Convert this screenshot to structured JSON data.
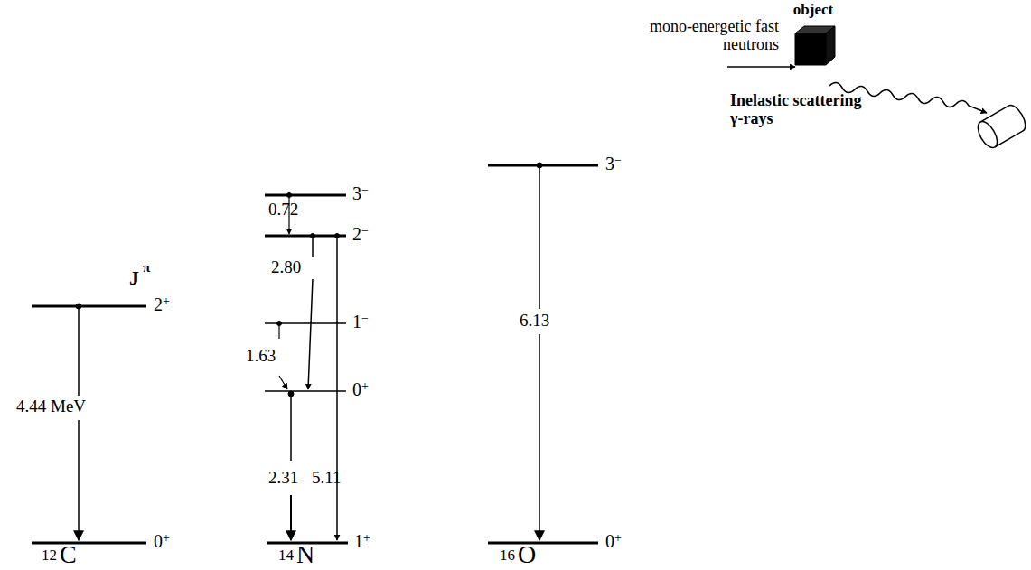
{
  "diagram": {
    "nodes": [
      {
        "text": [
          "object"
        ]
      }
    ],
    "labels": [
      "4.44 MeV",
      "2+",
      "0+",
      "12",
      "C",
      "J",
      "π",
      "3−",
      "0.72",
      "2−",
      "2.80",
      "1−",
      "1.63",
      "0+",
      "2.31",
      "5.11",
      "1+",
      "14",
      "N",
      "3−",
      "6.13",
      "0+",
      "16",
      "O",
      "mono-energetic fast neutrons",
      "Inelastic scattering γ-rays"
    ]
  }
}
